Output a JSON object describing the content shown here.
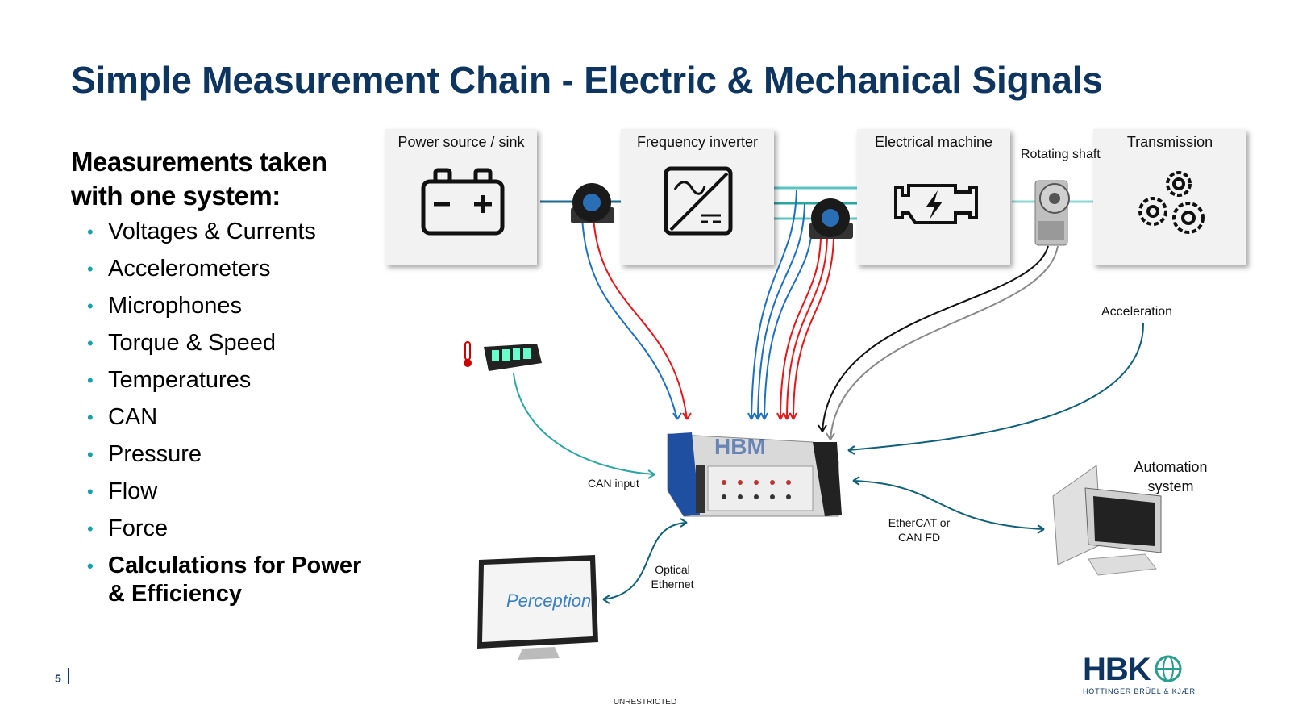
{
  "title": "Simple Measurement Chain - Electric & Mechanical Signals",
  "left": {
    "heading": "Measurements taken with one system:",
    "items": [
      "Voltages & Currents",
      "Accelerometers",
      "Microphones",
      "Torque & Speed",
      "Temperatures",
      "CAN",
      "Pressure",
      "Flow",
      "Force"
    ],
    "highlight": "Calculations for Power & Efficiency"
  },
  "chain": {
    "power": "Power source / sink",
    "inverter": "Frequency inverter",
    "machine": "Electrical machine",
    "transmission": "Transmission",
    "rotating_shaft": "Rotating shaft"
  },
  "labels": {
    "acceleration": "Acceleration",
    "can_input": "CAN input",
    "automation": "Automation system",
    "ethercat": "EtherCAT or CAN FD",
    "optical": "Optical Ethernet",
    "device_brand": "HBM",
    "software": "Perception"
  },
  "footer": {
    "page": "5",
    "classification": "UNRESTRICTED",
    "logo": "HBK",
    "logo_sub": "HOTTINGER BRÜEL & KJÆR"
  },
  "colors": {
    "title": "#0d3560",
    "bullet": "#19a1a8",
    "wire_teal": "#2aa6a0",
    "wire_blue": "#1f6fbf",
    "wire_red": "#e5171b",
    "wire_dark_teal": "#11607a",
    "box_bg": "#f2f2f2"
  }
}
